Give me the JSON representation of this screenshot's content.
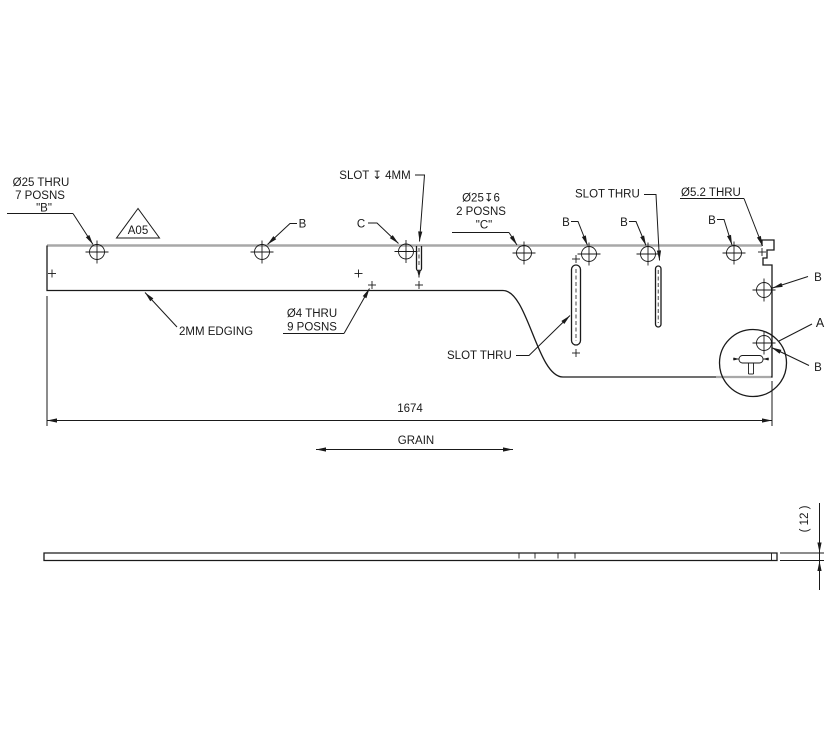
{
  "drawing_type": "panel technical drawing",
  "colors": {
    "line": "#1a1a1a",
    "edge_highlight": "#a8a8a8",
    "background": "#ffffff"
  },
  "callouts": {
    "d25_thru": {
      "line1": "Ø25 THRU",
      "line2": "7 POSNS",
      "line3": "\"B\""
    },
    "edge_code": "A05",
    "b": "B",
    "c": "C",
    "a": "A",
    "slot_depth": "SLOT ↧ 4MM",
    "d25_cbore": {
      "line1": "Ø25↧6",
      "line2": "2 POSNS",
      "line3": "\"C\""
    },
    "slot_thru": "SLOT THRU",
    "d52_thru": "Ø5.2 THRU",
    "edging": "2MM EDGING",
    "d4_thru": {
      "line1": "Ø4 THRU",
      "line2": "9 POSNS"
    }
  },
  "dimensions": {
    "overall_length": "1674",
    "grain": "GRAIN",
    "thickness": "( 12 )"
  }
}
